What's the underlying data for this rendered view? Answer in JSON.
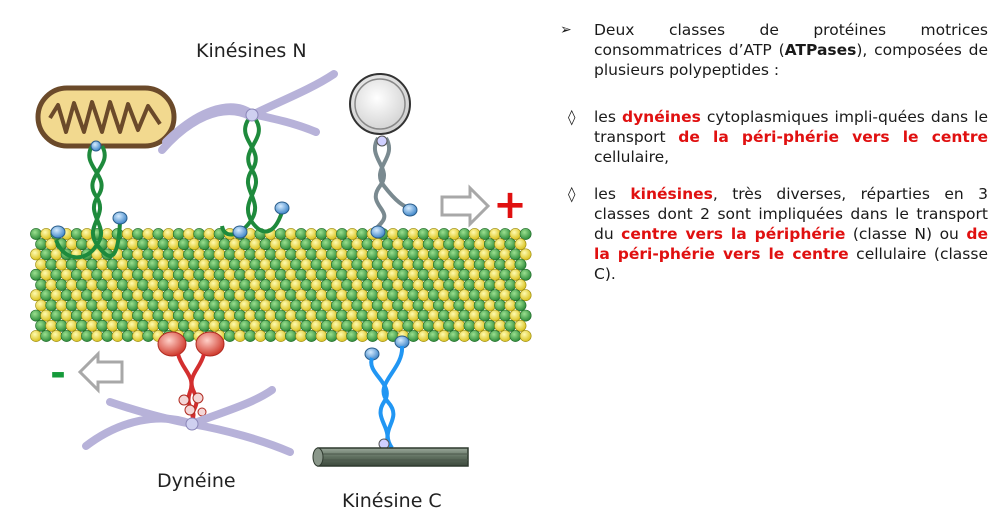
{
  "figure": {
    "label_kinesine_n": "Kinésines N",
    "label_dyneine": "Dynéine",
    "label_kinesine_c": "Kinésine C",
    "plus_sign": "+",
    "minus_sign": "-",
    "colors": {
      "tubulin_green": "#4caf50",
      "tubulin_yellow": "#ffeb3b",
      "kinesin_n": "#1e8a3c",
      "kinesin_grey": "#7a8a90",
      "dynein_red": "#d32f2f",
      "kinesin_c_blue": "#2196f3",
      "plus_red": "#e01010",
      "minus_green": "#159a3a",
      "arrow_grey": "#a8a8a8"
    }
  },
  "text": {
    "intro": {
      "t1": "Deux classes de protéines motrices consommatrices d’ATP (",
      "b1": "ATPases",
      "t2": "), composées de plusieurs polypeptides :"
    },
    "dynein_item": {
      "t1": "les ",
      "r1": "dynéines",
      "t2": " cytoplasmiques impli-quées dans le transport ",
      "r2": "de la péri-phérie vers le centre",
      "t3": " cellulaire,"
    },
    "kinesin_item": {
      "t1": "les ",
      "r1": "kinésines",
      "t2": ", très diverses, réparties en 3 classes dont 2 sont impliquées dans le transport du ",
      "r2": "centre vers la périphérie",
      "t3": " (classe N) ou ",
      "r3": "de la péri-phérie vers le centre",
      "t4": " cellulaire (classe C)."
    }
  }
}
